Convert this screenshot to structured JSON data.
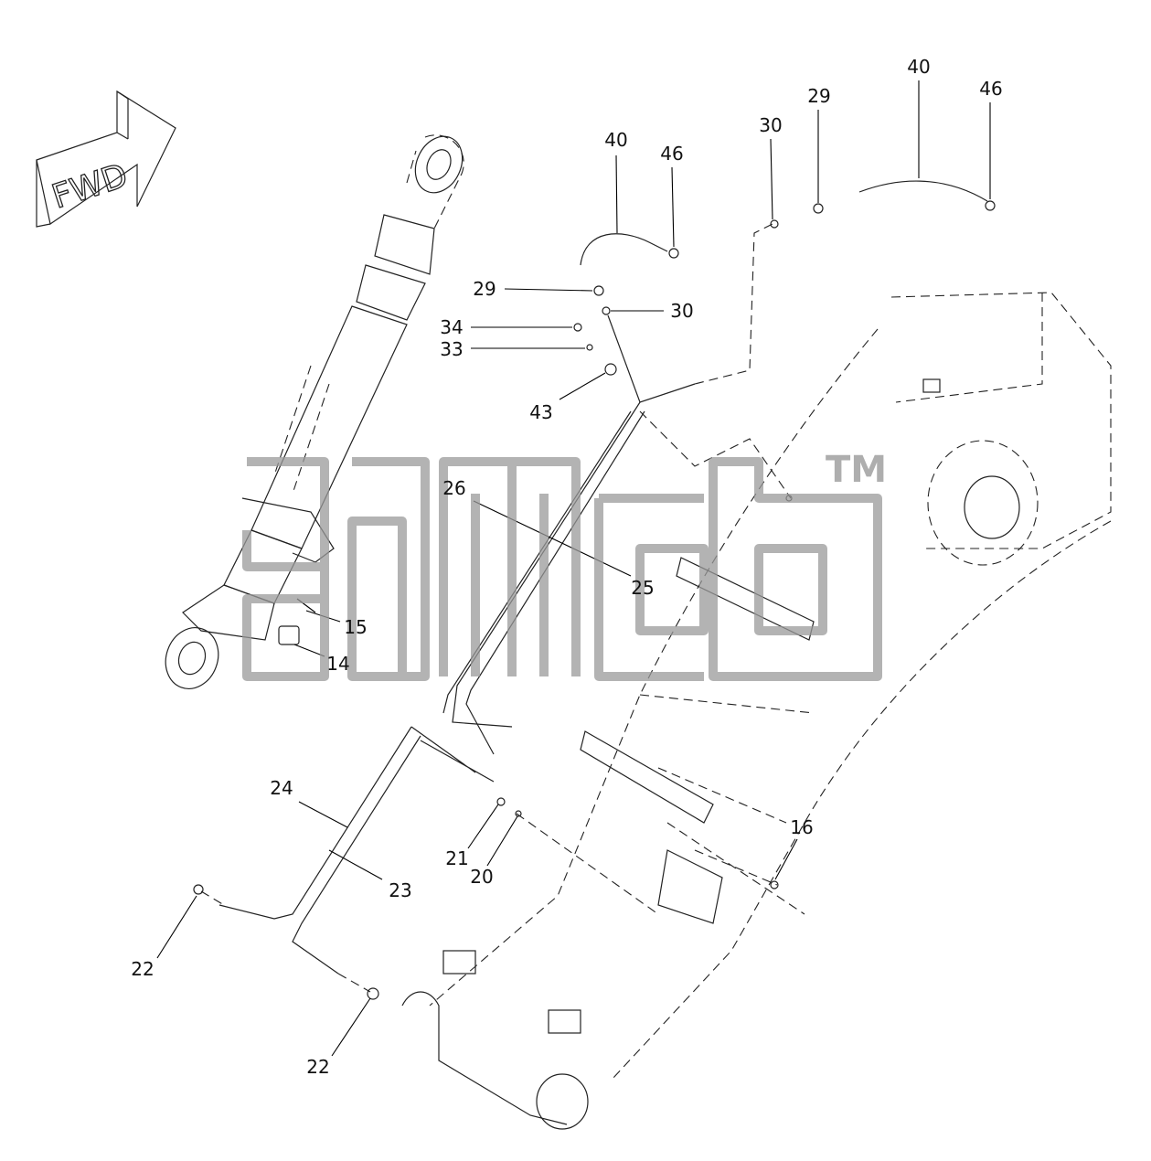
{
  "diagram": {
    "fwd_label": "FWD",
    "watermark_tm": "TM",
    "callouts": [
      {
        "id": "c-40a",
        "label": "40"
      },
      {
        "id": "c-46a",
        "label": "46"
      },
      {
        "id": "c-30a",
        "label": "30"
      },
      {
        "id": "c-29a",
        "label": "29"
      },
      {
        "id": "c-40b",
        "label": "40"
      },
      {
        "id": "c-46b",
        "label": "46"
      },
      {
        "id": "c-29b",
        "label": "29"
      },
      {
        "id": "c-30b",
        "label": "30"
      },
      {
        "id": "c-34",
        "label": "34"
      },
      {
        "id": "c-33",
        "label": "33"
      },
      {
        "id": "c-43",
        "label": "43"
      },
      {
        "id": "c-26",
        "label": "26"
      },
      {
        "id": "c-25",
        "label": "25"
      },
      {
        "id": "c-15",
        "label": "15"
      },
      {
        "id": "c-14",
        "label": "14"
      },
      {
        "id": "c-24",
        "label": "24"
      },
      {
        "id": "c-23",
        "label": "23"
      },
      {
        "id": "c-21",
        "label": "21"
      },
      {
        "id": "c-20",
        "label": "20"
      },
      {
        "id": "c-16",
        "label": "16"
      },
      {
        "id": "c-22a",
        "label": "22"
      },
      {
        "id": "c-22b",
        "label": "22"
      }
    ]
  }
}
